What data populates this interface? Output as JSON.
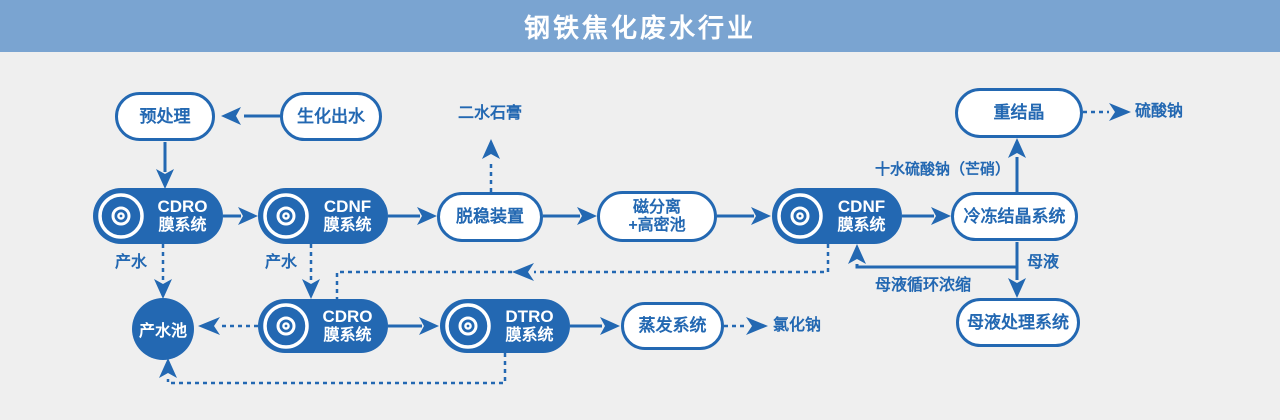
{
  "header": {
    "title": "钢铁焦化废水行业"
  },
  "colors": {
    "primary": "#2368b2",
    "header_bg": "#7aa4d1",
    "background": "#efefef",
    "node_text_on_fill": "#ffffff"
  },
  "nodes": {
    "pretreatment": {
      "label": "预处理"
    },
    "biochemical_effluent": {
      "label": "生化出水"
    },
    "cdro_membrane_top": {
      "title": "CDRO",
      "subtitle": "膜系统"
    },
    "cdnf_membrane_top": {
      "title": "CDNF",
      "subtitle": "膜系统"
    },
    "destabilization_unit": {
      "label": "脱稳装置"
    },
    "magnetic_separation": {
      "line1": "磁分离",
      "line2": "+高密池"
    },
    "cdnf_membrane_right": {
      "title": "CDNF",
      "subtitle": "膜系统"
    },
    "freeze_crystallization": {
      "label": "冷冻结晶系统"
    },
    "recrystallization": {
      "label": "重结晶"
    },
    "mother_liquor_treatment": {
      "label": "母液处理系统"
    },
    "product_water_pool": {
      "label": "产水池"
    },
    "cdro_membrane_bottom": {
      "title": "CDRO",
      "subtitle": "膜系统"
    },
    "dtro_membrane": {
      "title": "DTRO",
      "subtitle": "膜系统"
    },
    "evaporation_system": {
      "label": "蒸发系统"
    }
  },
  "edge_labels": {
    "dihydrate_gypsum": "二水石膏",
    "product_water_left": "产水",
    "product_water_mid": "产水",
    "sodium_sulfate": "硫酸钠",
    "sodium_sulfate_decahydrate": "十水硫酸钠（芒硝）",
    "mother_liquor": "母液",
    "mother_liquor_recycle": "母液循环浓缩",
    "sodium_chloride": "氯化钠"
  },
  "icons": {
    "membrane_disc": "concentric-circles membrane disc"
  },
  "edges": [
    {
      "from": "biochemical_effluent",
      "to": "pretreatment",
      "style": "solid"
    },
    {
      "from": "pretreatment",
      "to": "cdro_membrane_top",
      "style": "solid"
    },
    {
      "from": "cdro_membrane_top",
      "to": "cdnf_membrane_top",
      "style": "solid"
    },
    {
      "from": "cdnf_membrane_top",
      "to": "destabilization_unit",
      "style": "solid"
    },
    {
      "from": "destabilization_unit",
      "to": "magnetic_separation",
      "style": "solid"
    },
    {
      "from": "magnetic_separation",
      "to": "cdnf_membrane_right",
      "style": "solid"
    },
    {
      "from": "cdnf_membrane_right",
      "to": "freeze_crystallization",
      "style": "solid"
    },
    {
      "from": "freeze_crystallization",
      "to": "recrystallization",
      "style": "solid",
      "label": "十水硫酸钠（芒硝）"
    },
    {
      "from": "freeze_crystallization",
      "to": "mother_liquor_treatment",
      "style": "solid",
      "label": "母液"
    },
    {
      "from": "mother_liquor_treatment_line",
      "to": "cdnf_membrane_right",
      "style": "solid",
      "label": "母液循环浓缩"
    },
    {
      "from": "cdro_membrane_bottom",
      "to": "dtro_membrane",
      "style": "solid"
    },
    {
      "from": "dtro_membrane",
      "to": "evaporation_system",
      "style": "solid"
    },
    {
      "from": "destabilization_unit",
      "to": "dihydrate_gypsum",
      "style": "dashed"
    },
    {
      "from": "cdro_membrane_top",
      "to": "product_water_pool",
      "style": "dashed",
      "label": "产水"
    },
    {
      "from": "cdnf_membrane_top",
      "to": "cdro_membrane_bottom",
      "style": "dashed",
      "label": "产水"
    },
    {
      "from": "recrystallization",
      "to": "sodium_sulfate",
      "style": "dashed"
    },
    {
      "from": "evaporation_system",
      "to": "sodium_chloride",
      "style": "dashed"
    },
    {
      "from": "cdnf_membrane_right",
      "to": "cdro_membrane_bottom",
      "style": "dashed"
    },
    {
      "from": "cdro_membrane_bottom",
      "to": "product_water_pool",
      "style": "dashed"
    },
    {
      "from": "dtro_membrane",
      "to": "product_water_pool",
      "style": "dashed"
    }
  ]
}
